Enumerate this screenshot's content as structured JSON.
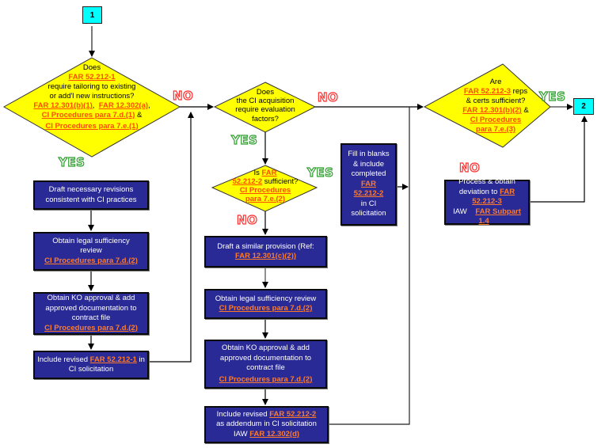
{
  "terminals": {
    "start": "1",
    "end": "2"
  },
  "labels": {
    "no": "NO",
    "yes": "YES"
  },
  "decision1": {
    "line1": "Does",
    "ref1": "FAR 52.212-1",
    "line2": "require tailoring to existing",
    "line3": "or add'l new instructions?",
    "ref2": "FAR 12.301(b)(1)",
    "sep1": ",",
    "ref3": "FAR 12.302(a)",
    "sep2": ",",
    "ref4": "CI Procedures para 7.d.(1)",
    "amp": "&",
    "ref5": "CI Procedures para 7.e.(1)"
  },
  "decision2": {
    "line1": "Does",
    "line2": "the CI acquisition",
    "line3": "require evaluation",
    "line4": "factors?"
  },
  "decision3": {
    "prefix": "Is",
    "ref1a": "FAR",
    "ref1b": "52.212-2",
    "suffix": "sufficient?",
    "ref2a": "CI Procedures",
    "ref2b": "para 7.e.(2)"
  },
  "decision4": {
    "line1": "Are",
    "ref1": "FAR 52.212-3",
    "text1": "reps",
    "line2": "& certs sufficient?",
    "ref2": "FAR 12.301(b)(2)",
    "amp": "&",
    "ref3a": "CI Procedures",
    "ref3b": "para 7.e.(3)"
  },
  "left_column": {
    "box1": {
      "text": "Draft necessary revisions consistent with CI practices"
    },
    "box2": {
      "text": "Obtain legal sufficiency review",
      "ref": "CI Procedures para 7.d.(2)"
    },
    "box3": {
      "text": "Obtain KO approval & add approved documentation to contract file",
      "ref": "CI Procedures para 7.d.(2)"
    },
    "box4": {
      "text1": "Include revised",
      "ref": "FAR 52.212-1",
      "text2": "in CI solicitation"
    }
  },
  "middle_column": {
    "box1": {
      "text": "Draft a similar provision (Ref:",
      "ref": "FAR 12.301(c)(2))"
    },
    "box2": {
      "text": "Obtain legal sufficiency review",
      "ref": "CI Procedures para 7.d.(2)"
    },
    "box3": {
      "text": "Obtain KO approval & add approved documentation to contract file",
      "ref": "CI Procedures para 7.d.(2)"
    },
    "box4": {
      "text1": "Include revised",
      "ref1": "FAR 52.212-2",
      "text2": "as addendum in CI solicitation",
      "text3": "IAW",
      "ref2": "FAR 12.302(d)"
    }
  },
  "fill_box": {
    "text1": "Fill in blanks & include completed",
    "ref": "FAR 52.212-2",
    "text2": "in CI solicitation"
  },
  "deviation_box": {
    "text1": "Process & obtain deviation to",
    "ref1": "FAR 52.212-3",
    "text2": "IAW",
    "ref2": "FAR Subpart 1.4"
  },
  "colors": {
    "decision_fill": "#ffff00",
    "process_fill": "#2a2a96",
    "terminal_fill": "#00ffff",
    "link": "#ff6a13",
    "no_label": "#ff3030",
    "yes_label": "#2ea02e"
  }
}
